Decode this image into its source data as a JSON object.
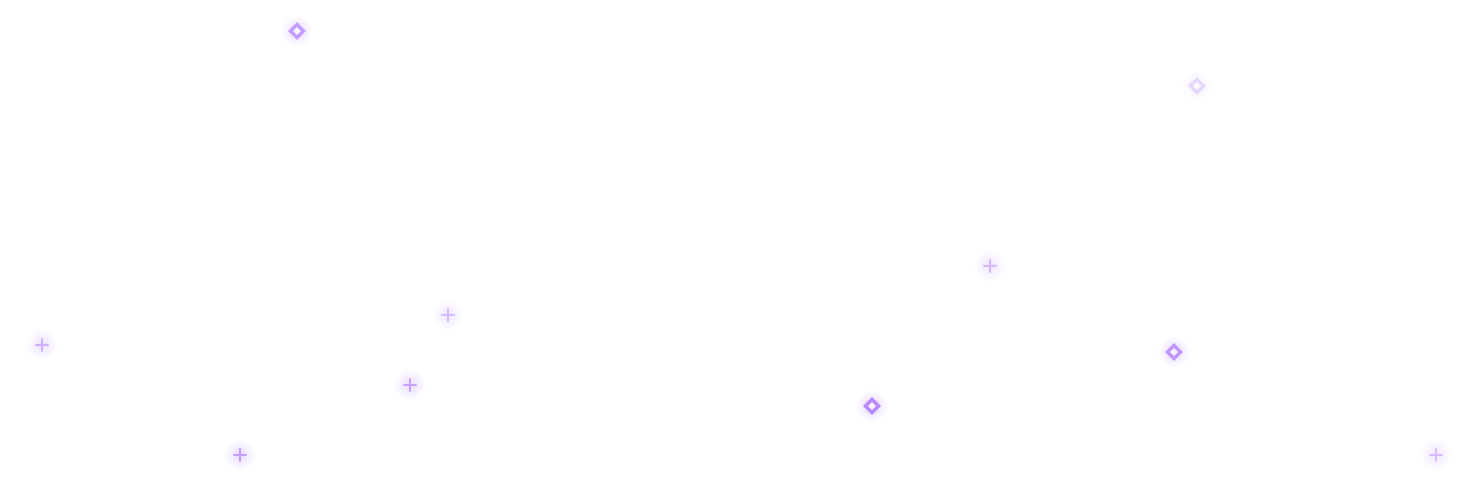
{
  "theme": {
    "background": "#ffffff",
    "sparkle_color": "#b07cff",
    "glow_color": "#d9c2ff"
  },
  "sparkles": [
    {
      "icon": "diamond-sparkle-icon",
      "opacity": 0.75
    },
    {
      "icon": "diamond-sparkle-icon",
      "opacity": 0.3
    },
    {
      "icon": "plus-sparkle-icon",
      "opacity": 0.55
    },
    {
      "icon": "plus-sparkle-icon",
      "opacity": 0.5
    },
    {
      "icon": "plus-sparkle-icon",
      "opacity": 0.6
    },
    {
      "icon": "plus-sparkle-icon",
      "opacity": 0.7
    },
    {
      "icon": "plus-sparkle-icon",
      "opacity": 0.75
    },
    {
      "icon": "diamond-sparkle-icon",
      "opacity": 0.9
    },
    {
      "icon": "diamond-sparkle-icon",
      "opacity": 0.8
    },
    {
      "icon": "plus-sparkle-icon",
      "opacity": 0.5
    }
  ]
}
